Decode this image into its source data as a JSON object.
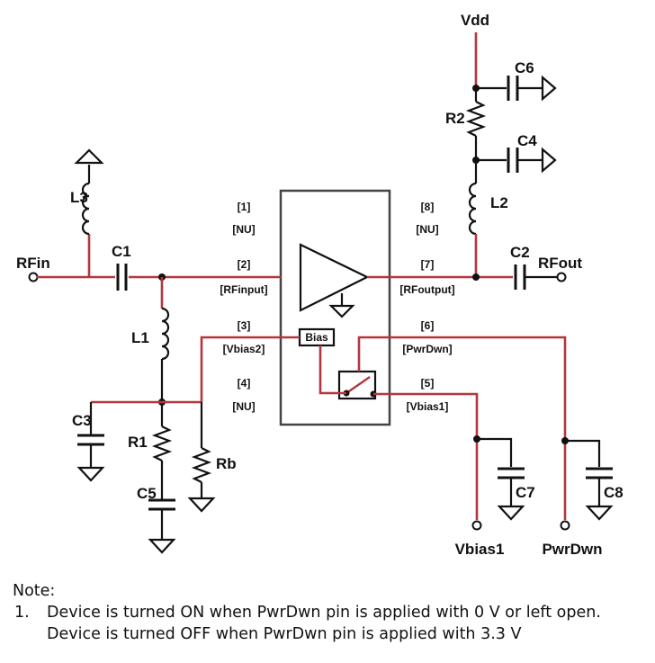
{
  "components": {
    "vdd": "Vdd",
    "c6": "C6",
    "r2": "R2",
    "c4": "C4",
    "l2": "L2",
    "l3": "L3",
    "c1": "C1",
    "c2": "C2",
    "rfin": "RFin",
    "rfout": "RFout",
    "l1": "L1",
    "c3": "C3",
    "r1": "R1",
    "rb": "Rb",
    "c5": "C5",
    "c7": "C7",
    "c8": "C8",
    "vbias1": "Vbias1",
    "pwrdwn": "PwrDwn",
    "bias": "Bias"
  },
  "pins": {
    "p1_num": "[1]",
    "p1_name": "[NU]",
    "p2_num": "[2]",
    "p2_name": "[RFinput]",
    "p3_num": "[3]",
    "p3_name": "[Vbias2]",
    "p4_num": "[4]",
    "p4_name": "[NU]",
    "p8_num": "[8]",
    "p8_name": "[NU]",
    "p7_num": "[7]",
    "p7_name": "[RFoutput]",
    "p6_num": "[6]",
    "p6_name": "[PwrDwn]",
    "p5_num": "[5]",
    "p5_name": "[Vbias1]"
  },
  "note": {
    "heading": "Note:",
    "items": [
      {
        "num": "1.",
        "text": "Device is turned ON when PwrDwn pin is applied with 0 V or left open. Device is turned OFF when PwrDwn pin is applied with 3.3 V"
      }
    ]
  },
  "colors": {
    "wire": "#b5363d",
    "outline": "#111111"
  }
}
